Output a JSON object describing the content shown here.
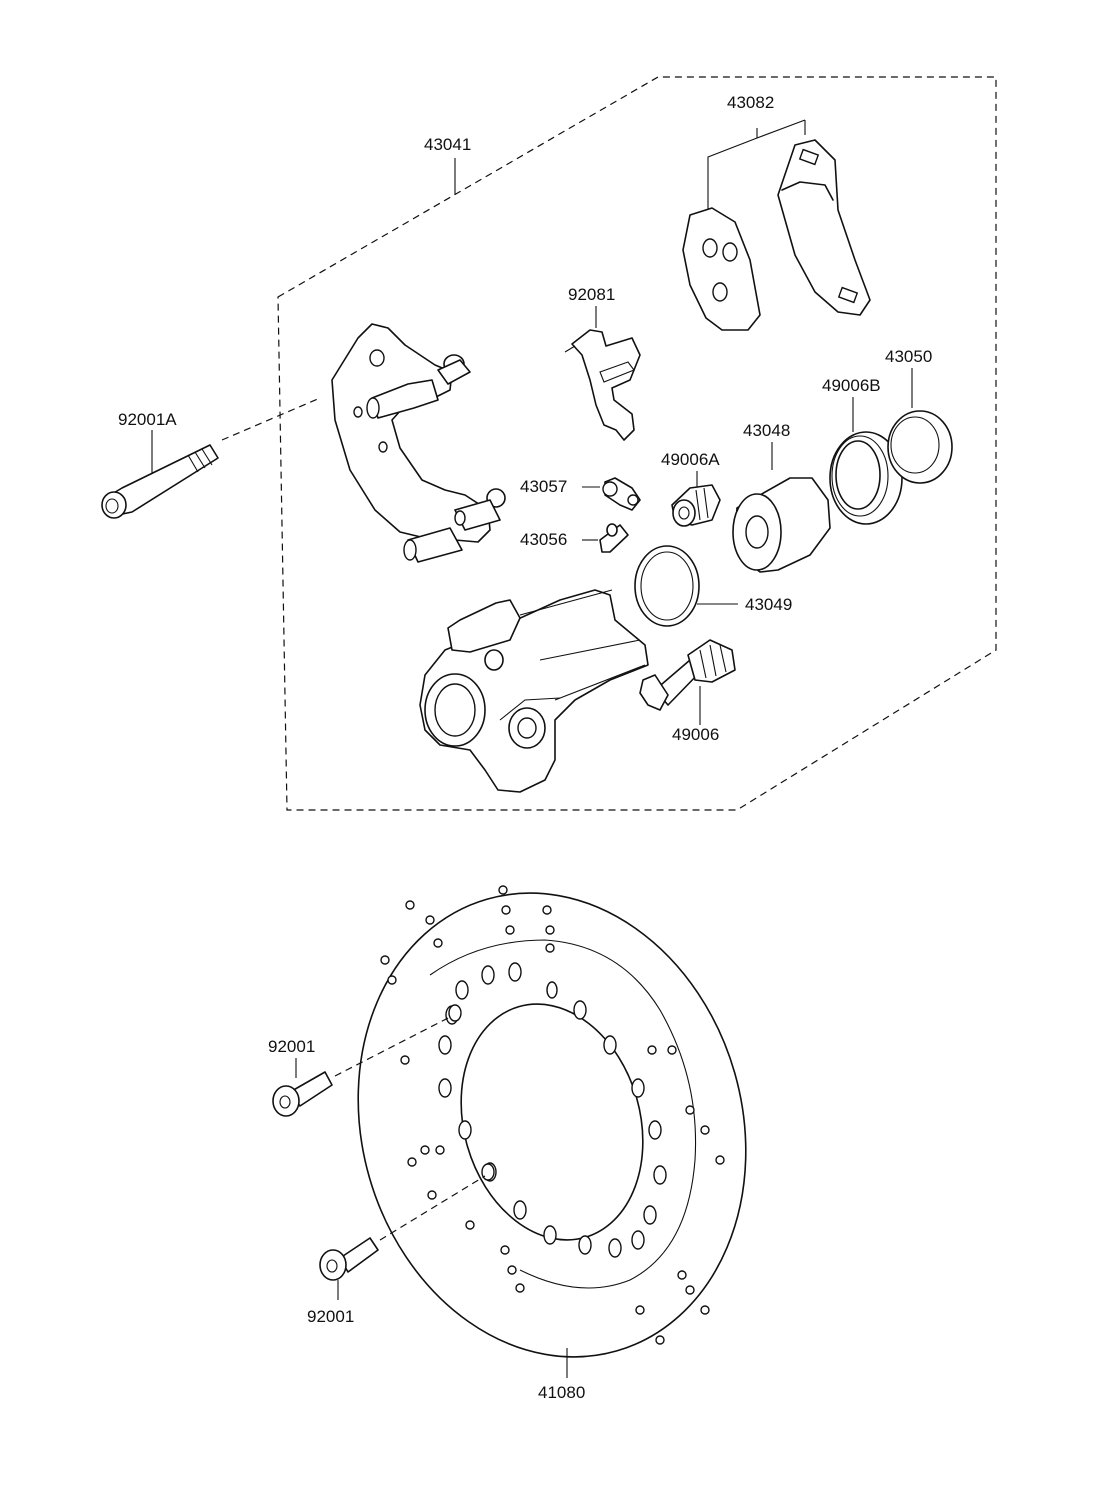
{
  "diagram": {
    "labels": {
      "l43041": "43041",
      "l43082": "43082",
      "l92081": "92081",
      "l43050": "43050",
      "l49006B": "49006B",
      "l43048": "43048",
      "l49006A": "49006A",
      "l43057": "43057",
      "l43056": "43056",
      "l43049": "43049",
      "l49006": "49006",
      "l92001A": "92001A",
      "l92001a": "92001",
      "l92001b": "92001",
      "l41080": "41080"
    }
  }
}
